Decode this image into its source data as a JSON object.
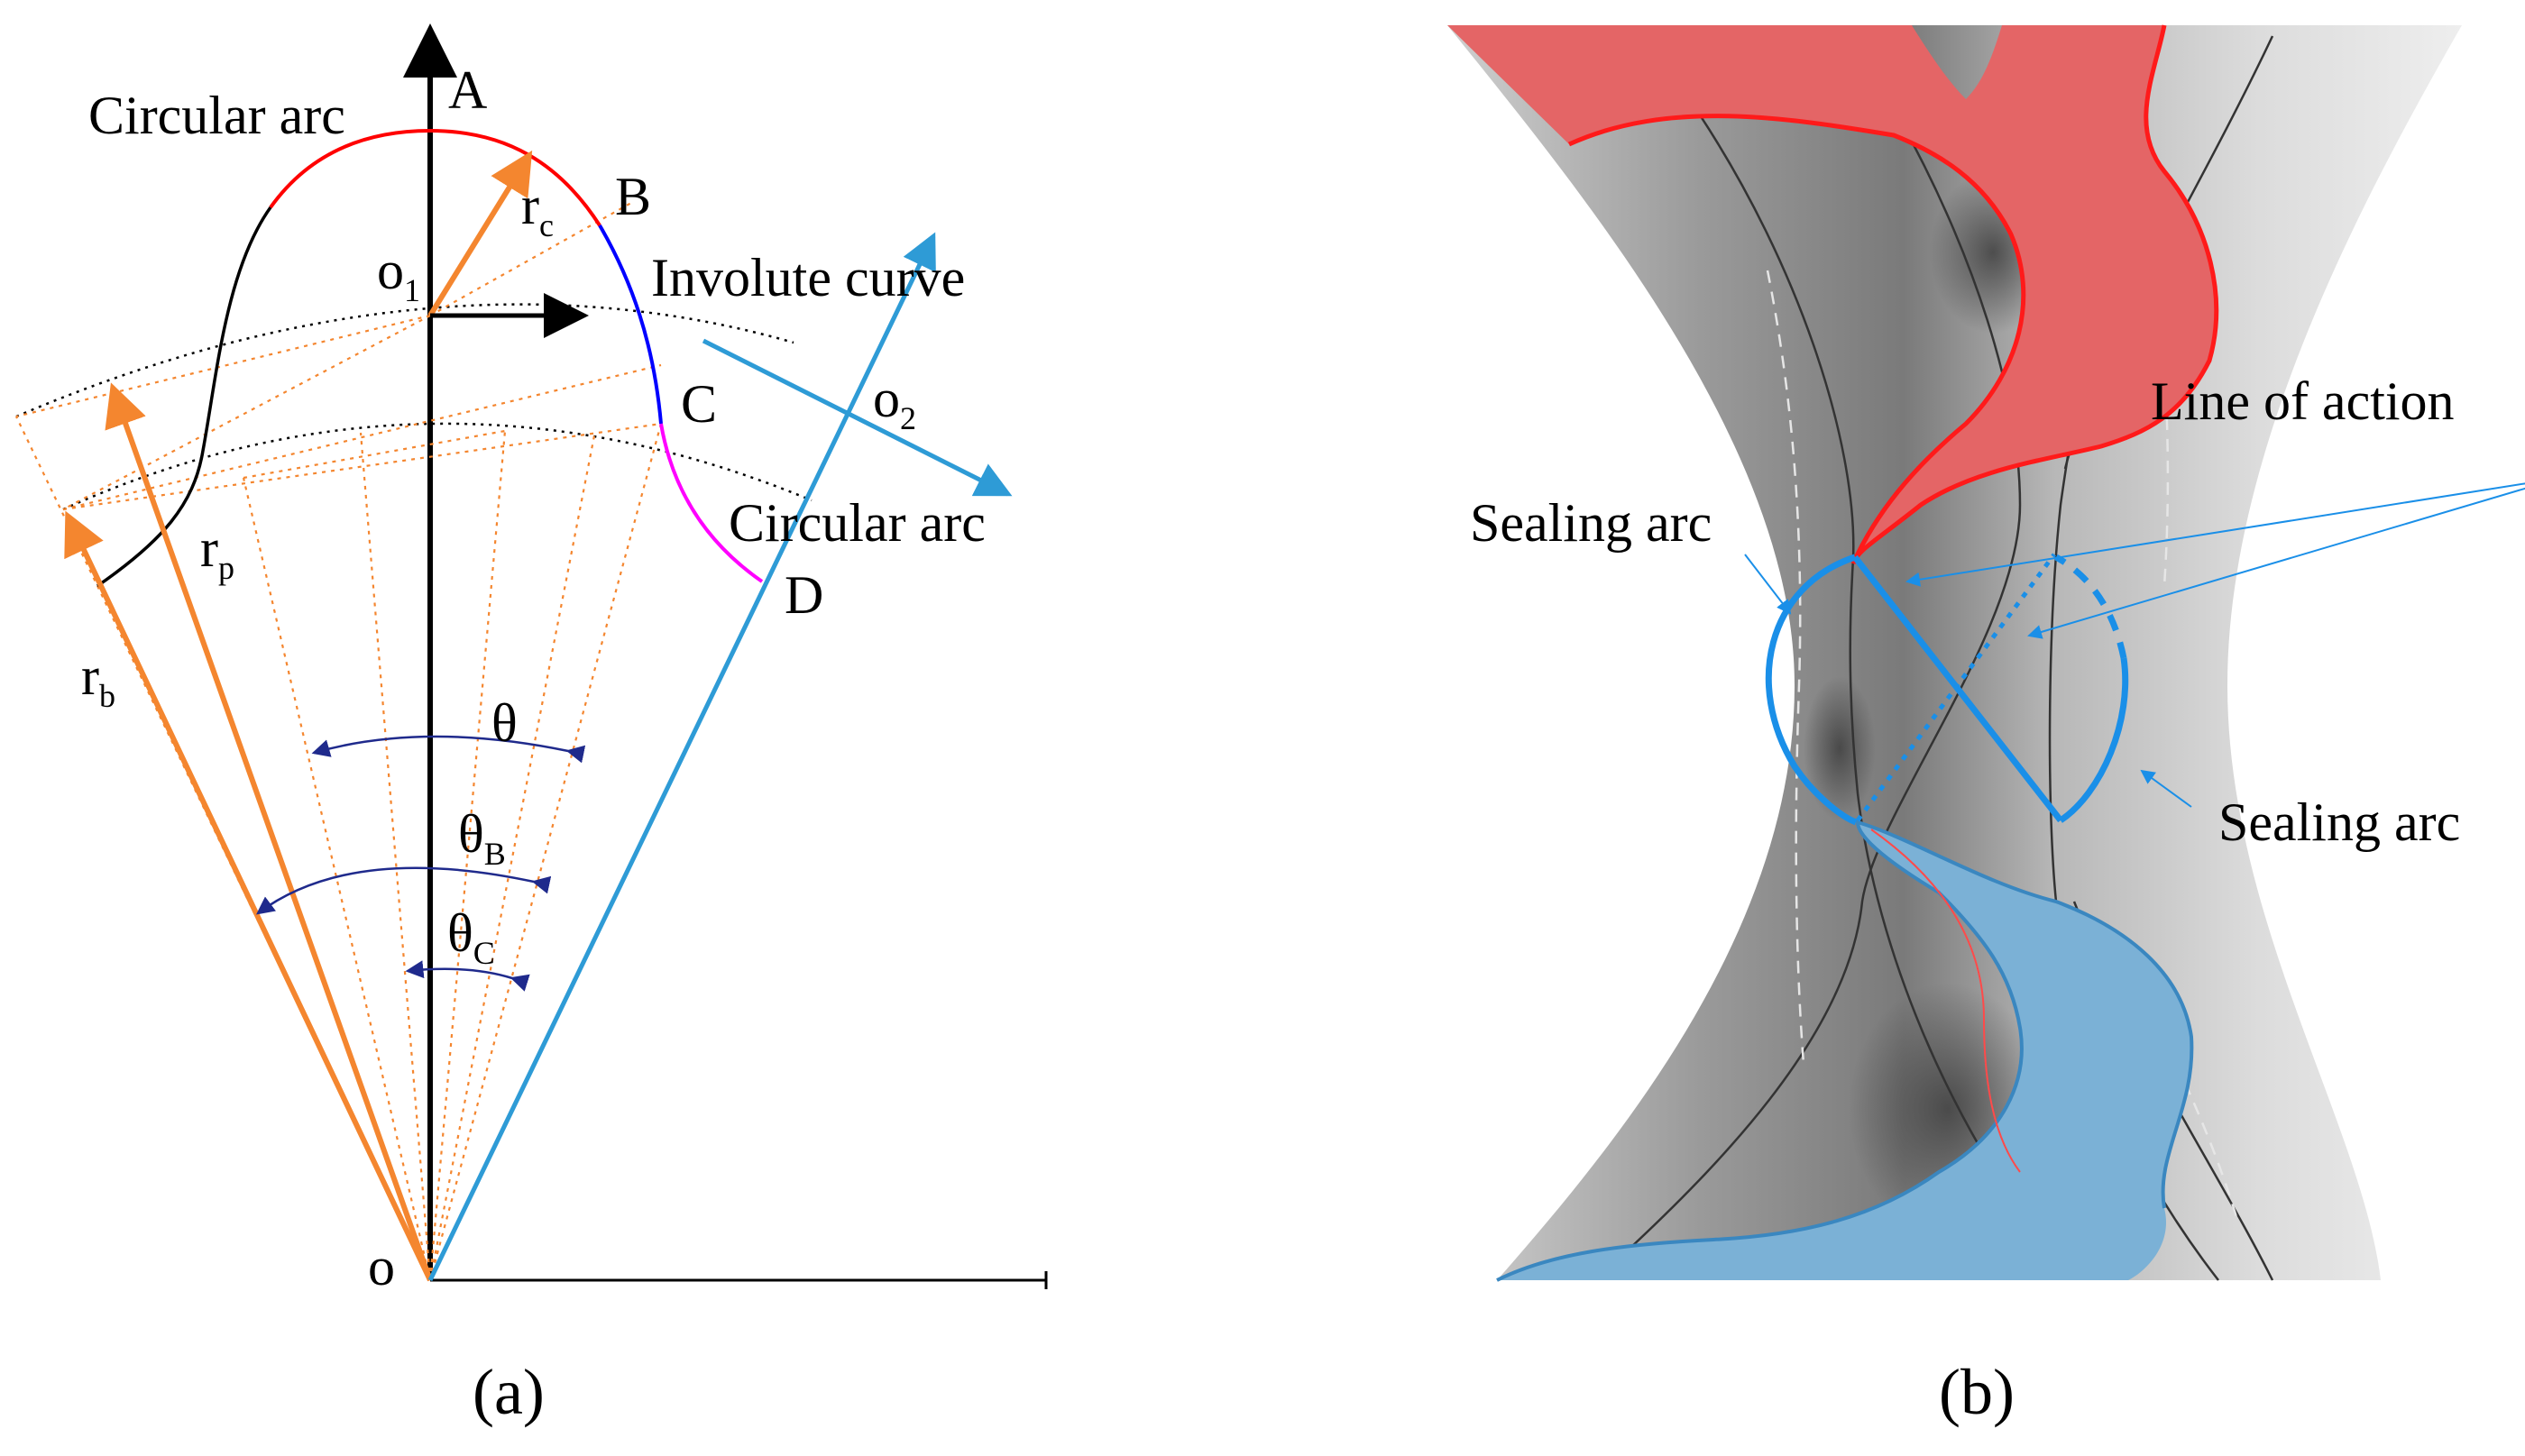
{
  "panel_a": {
    "labels": {
      "A": "A",
      "B": "B",
      "C": "C",
      "D": "D",
      "o": "o",
      "o1_base": "o",
      "o1_sub": "1",
      "o2_base": "o",
      "o2_sub": "2",
      "rc_base": "r",
      "rc_sub": "c",
      "rp_base": "r",
      "rp_sub": "p",
      "rb_base": "r",
      "rb_sub": "b",
      "theta": "θ",
      "thetaB_base": "θ",
      "thetaB_sub": "B",
      "thetaC_base": "θ",
      "thetaC_sub": "C",
      "circular_arc_top": "Circular arc",
      "involute_curve": "Involute curve",
      "circular_arc_bottom": "Circular arc"
    },
    "caption": "(a)",
    "colors": {
      "arc_top": "#ff0000",
      "involute": "#0000ff",
      "arc_bottom": "#ff00ff",
      "orange": "#f4862f",
      "blue_line": "#2e9bd6",
      "angle_marks": "#1f2a8c"
    }
  },
  "panel_b": {
    "labels": {
      "line_of_action": "Line of action",
      "sealing_arc_left": "Sealing arc",
      "sealing_arc_right": "Sealing arc"
    },
    "caption": "(b)",
    "colors": {
      "red_rotor": "#e46566",
      "red_edge": "#ff1a1a",
      "blue_rotor": "#7bb1d6",
      "seal_blue": "#1a8fe8",
      "housing": "#bdbdbd"
    }
  }
}
